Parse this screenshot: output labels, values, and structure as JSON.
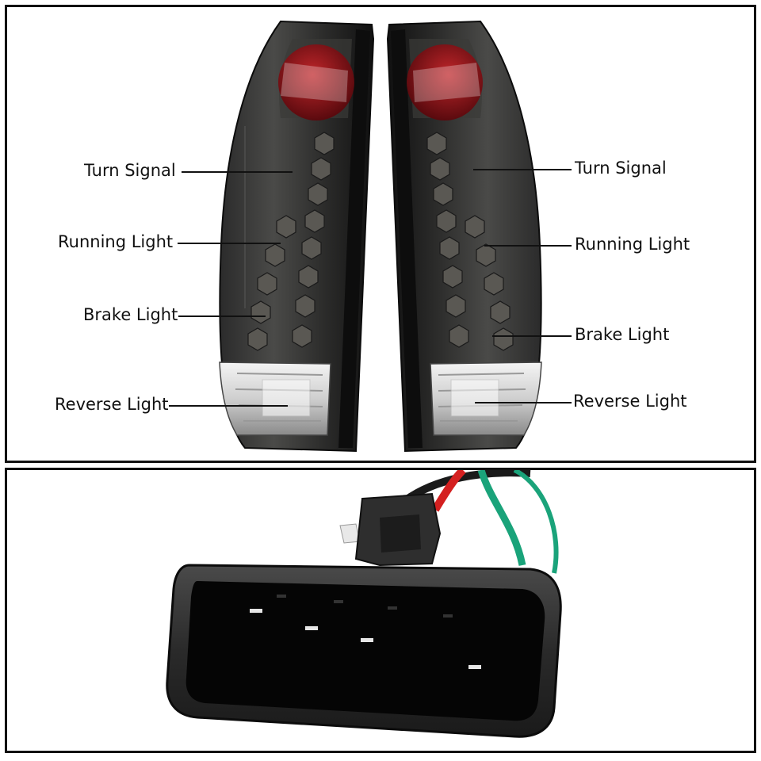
{
  "left_lamp": {
    "turn_signal": "Turn Signal",
    "running_light": "Running Light",
    "brake_light": "Brake Light",
    "reverse_light": "Reverse Light"
  },
  "right_lamp": {
    "turn_signal": "Turn Signal",
    "running_light": "Running Light",
    "brake_light": "Brake Light",
    "reverse_light": "Reverse Light"
  },
  "wire_colors": {
    "black": "#1a1a1a",
    "red": "#d42020",
    "green": "#1aa37a"
  }
}
